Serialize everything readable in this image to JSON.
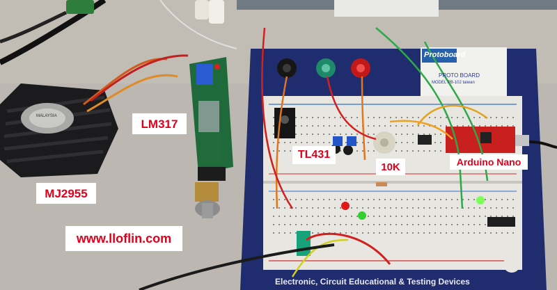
{
  "photo": {
    "subject": "breadboard circuit photo",
    "colors": {
      "background": "#b9b4ad",
      "board": "#1f2d6e",
      "breadboard": "#e8e6e0",
      "label_text": "#e0001b",
      "label_bg": "#ffffff"
    }
  },
  "labels": {
    "mj2955": "MJ2955",
    "lm317": "LM317",
    "tl431": "TL431",
    "pot_10k": "10K",
    "arduino_nano": "Arduino Nano",
    "website": "www.lloflin.com"
  },
  "board_text": {
    "brand": "Protoboard",
    "model": "PROTO BOARD",
    "model_line": "MODEL PB-102 taiwan",
    "footer": "Electronic, Circuit Educational & Testing Devices"
  }
}
